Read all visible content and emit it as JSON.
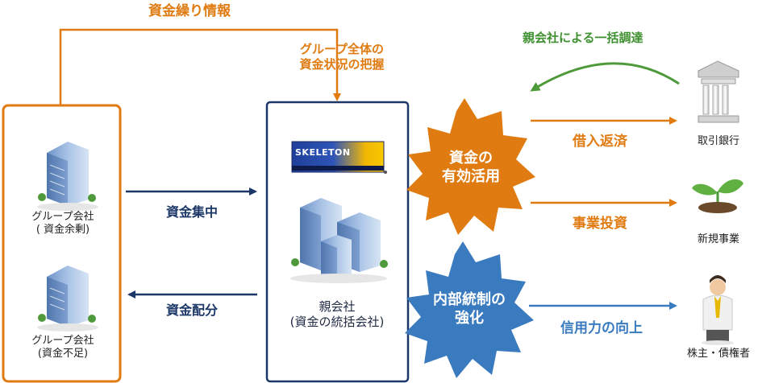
{
  "top_arrow_label": "資金繰り情報",
  "center_top_label": [
    "グループ全体の",
    "資金状況の把握"
  ],
  "group_surplus": [
    "グループ会社",
    "( 資金余剰)"
  ],
  "group_shortage": [
    "グループ会社",
    "(資金不足)"
  ],
  "flow_in_label": "資金集中",
  "flow_out_label": "資金配分",
  "logo_text": "SKELETON",
  "parent": [
    "親会社",
    "(資金の統括会社)"
  ],
  "burst_orange": [
    "資金の",
    "有効活用"
  ],
  "burst_blue": [
    "内部統制の",
    "強化"
  ],
  "green_arrow_label": "親会社による一括調達",
  "repay_label": "借入返済",
  "invest_label": "事業投資",
  "credit_label": "信用力の向上",
  "bank_label": "取引銀行",
  "new_business_label": "新規事業",
  "shareholder_label": "株主・債権者",
  "colors": {
    "orange": "#e07b12",
    "navy": "#1b3768",
    "blue": "#3a7bc0",
    "green": "#4e9a3a"
  }
}
